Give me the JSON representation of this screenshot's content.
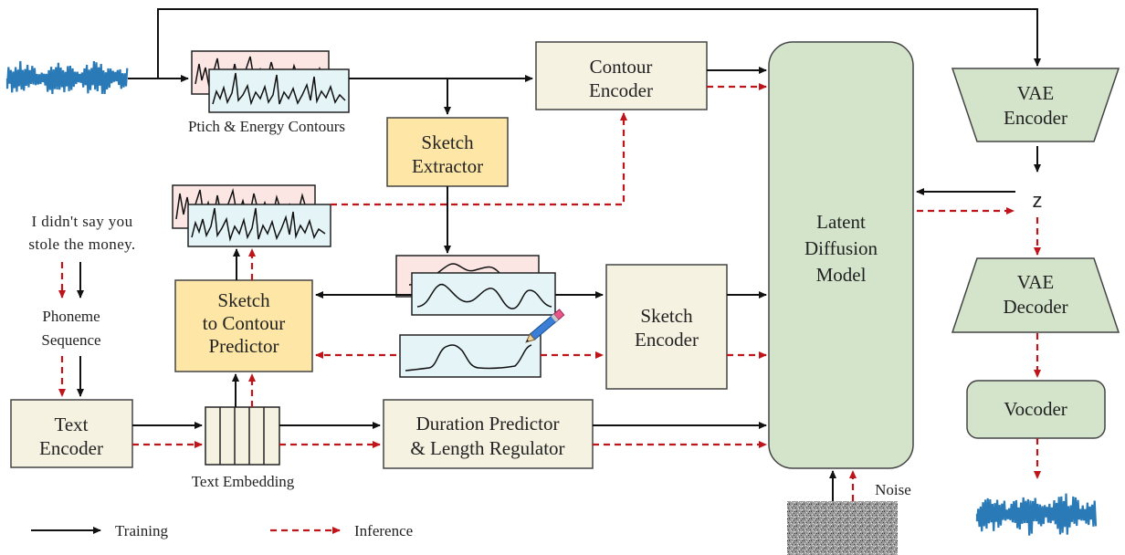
{
  "input_text": {
    "line1": "I didn't say you",
    "line2": "stole the money."
  },
  "labels": {
    "contours": "Ptich & Energy Contours",
    "phoneme_line1": "Phoneme",
    "phoneme_line2": "Sequence",
    "text_embedding": "Text Embedding",
    "noise": "Noise",
    "z": "z"
  },
  "blocks": {
    "contour_encoder": [
      "Contour",
      "Encoder"
    ],
    "sketch_extractor": [
      "Sketch",
      "Extractor"
    ],
    "sketch_to_contour": [
      "Sketch",
      "to Contour",
      "Predictor"
    ],
    "sketch_encoder": [
      "Sketch",
      "Encoder"
    ],
    "text_encoder": [
      "Text",
      "Encoder"
    ],
    "duration_predictor": [
      "Duration Predictor",
      "& Length Regulator"
    ],
    "latent_diffusion": [
      "Latent",
      "Diffusion",
      "Model"
    ],
    "vae_encoder": [
      "VAE",
      "Encoder"
    ],
    "vae_decoder": [
      "VAE",
      "Decoder"
    ],
    "vocoder": [
      "Vocoder"
    ]
  },
  "legend": {
    "training": "Training",
    "inference": "Inference"
  },
  "colors": {
    "beige": "#f6f2e2",
    "orange": "#fde6a6",
    "green": "#d3e4ca",
    "waveform": "#2a7ab8",
    "inference_arrow": "#c0141b",
    "training_arrow": "#111111"
  }
}
